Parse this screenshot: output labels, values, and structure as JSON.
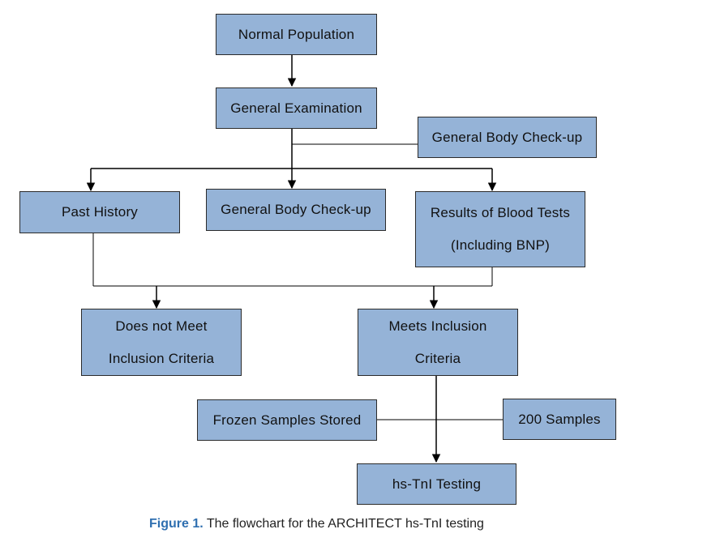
{
  "nodes": {
    "normal_population": "Normal Population",
    "general_examination": "General Examination",
    "general_body_checkup_side": "General Body Check-up",
    "past_history": "Past History",
    "general_body_checkup": "General Body Check-up",
    "blood_tests_line1": "Results of Blood Tests",
    "blood_tests_line2": "(Including BNP)",
    "not_meet_line1": "Does not Meet",
    "not_meet_line2": "Inclusion Criteria",
    "meets_line1": "Meets Inclusion",
    "meets_line2": "Criteria",
    "frozen_samples": "Frozen Samples Stored",
    "samples_200": "200 Samples",
    "hs_tni_testing": "hs-TnI Testing"
  },
  "caption": {
    "label": "Figure 1.",
    "text": "The flowchart for the ARCHITECT hs-TnI testing"
  },
  "colors": {
    "box_fill": "#95b3d7",
    "line": "#000000",
    "caption_label": "#2f6fb0"
  }
}
